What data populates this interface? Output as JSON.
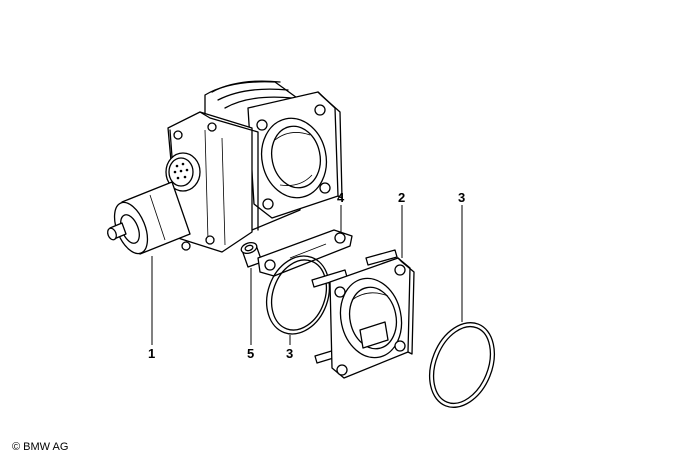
{
  "diagram": {
    "callouts": [
      {
        "id": "1",
        "label": "1"
      },
      {
        "id": "2",
        "label": "2"
      },
      {
        "id": "3a",
        "label": "3"
      },
      {
        "id": "3b",
        "label": "3"
      },
      {
        "id": "4",
        "label": "4"
      },
      {
        "id": "5",
        "label": "5"
      }
    ]
  },
  "footer": {
    "copyright": "© BMW AG"
  }
}
